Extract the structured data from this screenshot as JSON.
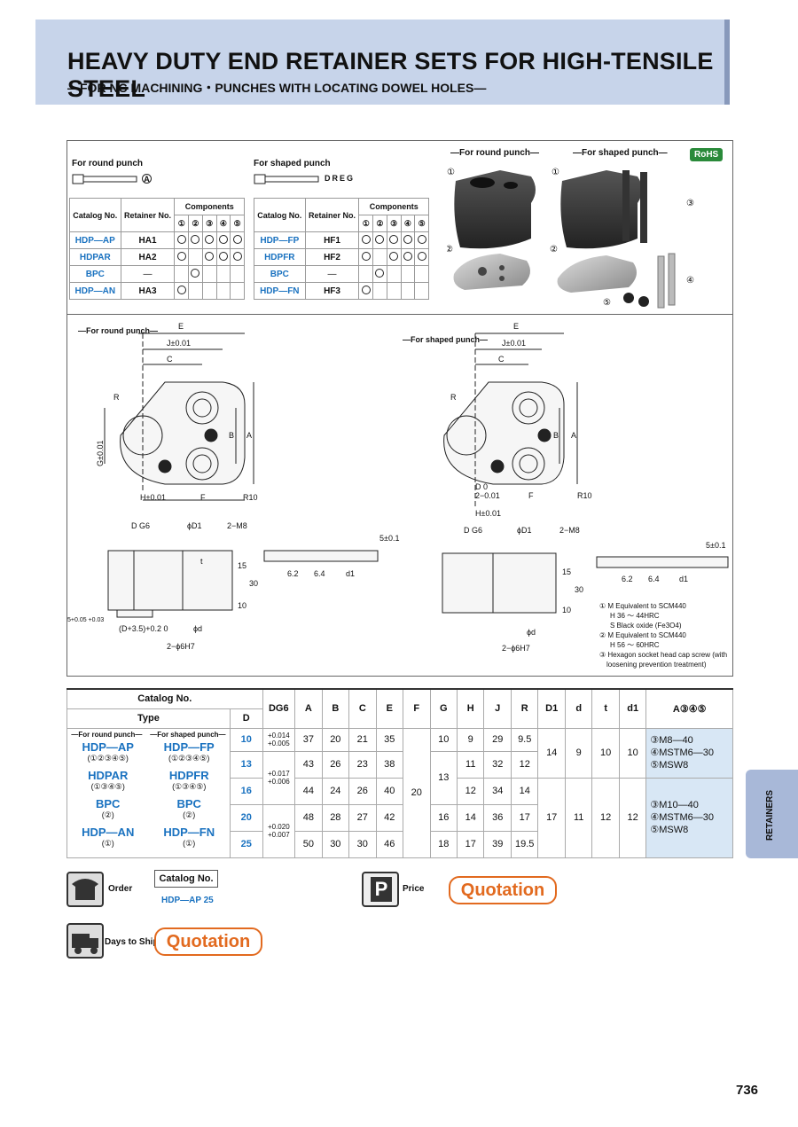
{
  "header": {
    "title": "HEAVY DUTY END RETAINER SETS FOR HIGH-TENSILE STEEL",
    "subtitle": "—FOR NC MACHINING・PUNCHES WITH LOCATING DOWEL HOLES—"
  },
  "top": {
    "round_label": "For round punch",
    "round_code": "A",
    "shaped_label": "For shaped punch",
    "shaped_codes": "DREG",
    "photo_round": "—For round punch—",
    "photo_shaped": "—For shaped punch—",
    "rohs": "RoHS",
    "comp_headers": [
      "Catalog No.",
      "Retainer No.",
      "Components"
    ],
    "comp_nums": [
      "①",
      "②",
      "③",
      "④",
      "⑤"
    ],
    "round_rows": [
      [
        "HDP—AP",
        "HA1"
      ],
      [
        "HDPAR",
        "HA2"
      ],
      [
        "BPC",
        "—"
      ],
      [
        "HDP—AN",
        "HA3"
      ]
    ],
    "shaped_rows": [
      [
        "HDP—FP",
        "HF1"
      ],
      [
        "HDPFR",
        "HF2"
      ],
      [
        "BPC",
        "—"
      ],
      [
        "HDP—FN",
        "HF3"
      ]
    ],
    "photo_marks": [
      "①",
      "②",
      "①",
      "②",
      "③",
      "④",
      "⑤"
    ]
  },
  "drawing": {
    "round": "—For round punch—",
    "shaped": "—For shaped punch—",
    "E": "E",
    "J": "J±0.01",
    "C": "C",
    "R": "R",
    "B": "B",
    "A": "A",
    "G": "G±0.01",
    "H": "H±0.01",
    "F": "F",
    "R10": "R10",
    "D0": "D 0",
    "D2": "2−0.01",
    "DG6": "D G6",
    "D1": "ϕD1",
    "M8": "2−M8",
    "t": "t",
    "d15": "15",
    "d30": "30",
    "d10": "10",
    "d5": "5+0.05 +0.03",
    "d3": "(D+3.5)+0.2 0",
    "phid": "ϕd",
    "phi6": "2−ϕ6H7",
    "d62": "6.2",
    "d64": "6.4",
    "d1": "d1",
    "d5b": "5±0.1",
    "notes": [
      "① M Equivalent to SCM440",
      "H 36 ～ 44HRC",
      "S Black oxide (Fe3O4)",
      "② M Equivalent to SCM440",
      "H 56 ～ 60HRC",
      "③ Hexagon socket head cap screw (with",
      "loosening prevention treatment)"
    ]
  },
  "table": {
    "h_catalog": "Catalog No.",
    "h_type": "Type",
    "h_D": "D",
    "h_cols": [
      "DG6",
      "A",
      "B",
      "C",
      "E",
      "F",
      "G",
      "H",
      "J",
      "R",
      "D1",
      "d",
      "t",
      "d1"
    ],
    "h_comp": "A③④⑤",
    "round_hdr": "—For round punch—",
    "shaped_hdr": "—For shaped punch—",
    "types_round": [
      "HDP—AP",
      "(①②③④⑤)",
      "HDPAR",
      "(①③④⑤)",
      "BPC",
      "(②)",
      "HDP—AN",
      "(①)"
    ],
    "types_shaped": [
      "HDP—FP",
      "(①②③④⑤)",
      "HDPFR",
      "(①③④⑤)",
      "BPC",
      "(②)",
      "HDP—FN",
      "(①)"
    ],
    "D": [
      "10",
      "13",
      "16",
      "20",
      "25"
    ],
    "tol": [
      "+0.014 +0.005",
      "+0.017 +0.006",
      "+0.020 +0.007"
    ],
    "A": [
      "37",
      "43",
      "44",
      "48",
      "50"
    ],
    "B": [
      "20",
      "26",
      "24",
      "28",
      "30"
    ],
    "C": [
      "21",
      "23",
      "26",
      "27",
      "30"
    ],
    "E": [
      "35",
      "38",
      "40",
      "42",
      "46"
    ],
    "F": "20",
    "G": [
      "10",
      "13",
      "16",
      "18"
    ],
    "H": [
      "9",
      "11",
      "12",
      "14",
      "17"
    ],
    "J": [
      "29",
      "32",
      "34",
      "36",
      "39"
    ],
    "R": [
      "9.5",
      "12",
      "14",
      "17",
      "19.5"
    ],
    "D1": [
      "14",
      "17"
    ],
    "d": [
      "9",
      "11"
    ],
    "t": [
      "10",
      "12"
    ],
    "d1v": [
      "10",
      "12"
    ],
    "comp1": [
      "③M8—40",
      "④MSTM6—30",
      "⑤MSW8"
    ],
    "comp2": [
      "③M10—40",
      "④MSTM6—30",
      "⑤MSW8"
    ]
  },
  "order": {
    "label": "Order",
    "catalog": "Catalog No.",
    "example": "HDP—AP 25",
    "price": "Price",
    "quote": "Quotation",
    "days": "Days to Ship",
    "quote2": "Quotation"
  },
  "side": "RETAINERS",
  "page": "736"
}
